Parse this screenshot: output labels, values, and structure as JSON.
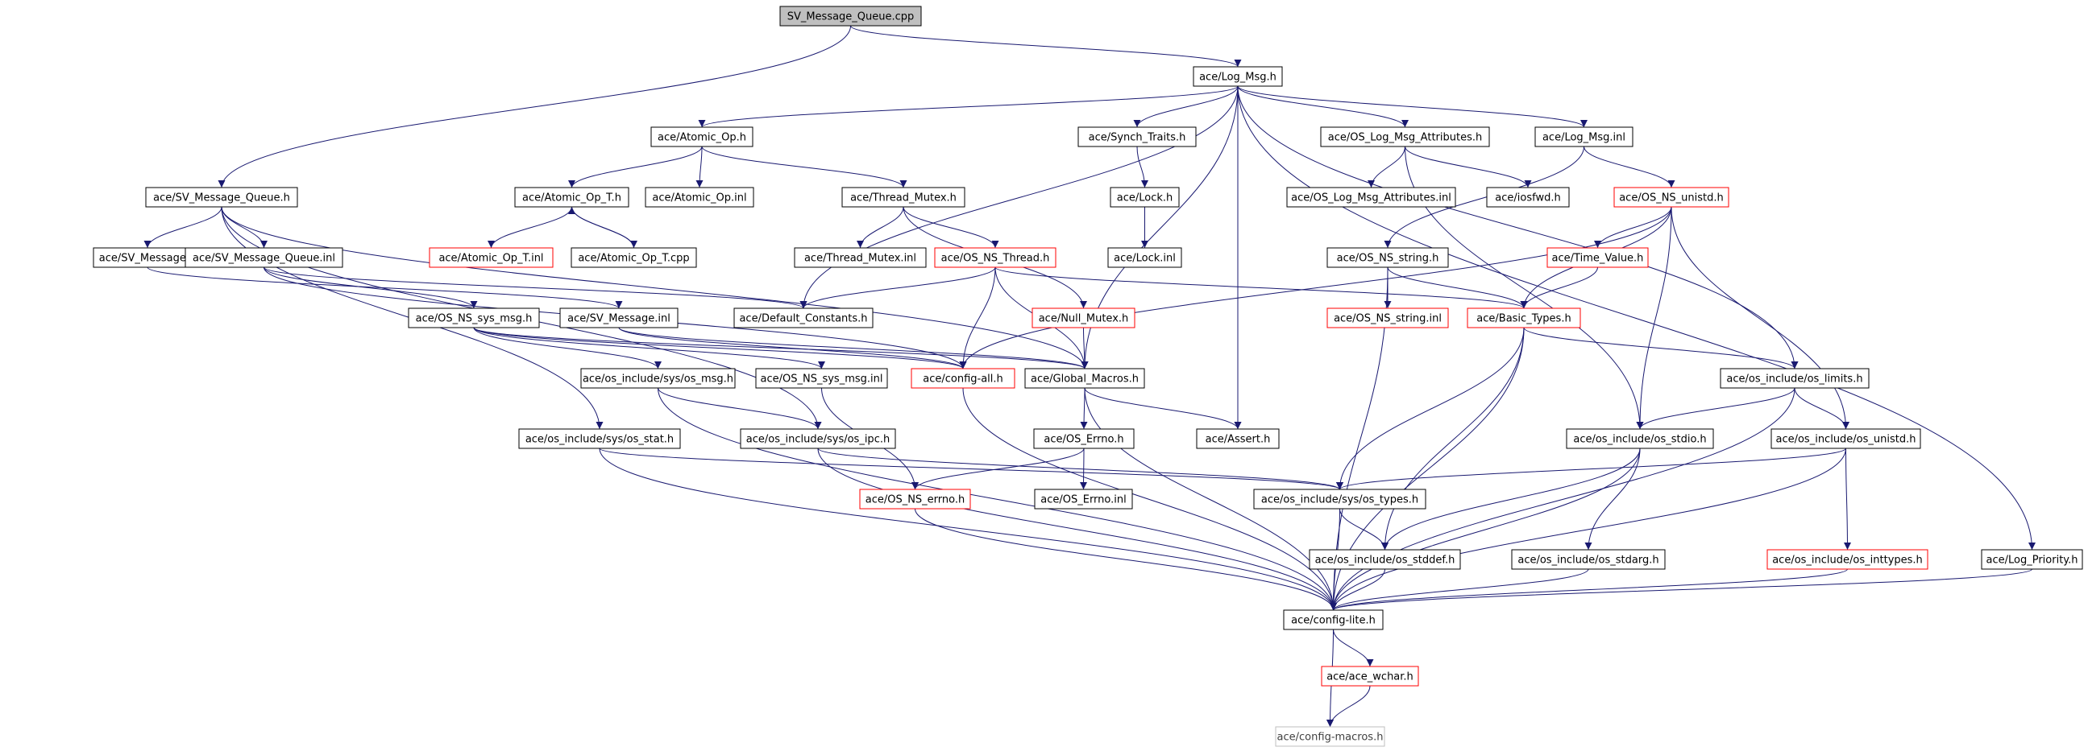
{
  "colors": {
    "edge": "#191970",
    "root_fill": "#bfbfbf",
    "node_border": "#000000",
    "missing_border": "#ff0000",
    "external_border": "#bfbfbf",
    "external_text": "#404040"
  },
  "nodes": [
    {
      "id": "sv_message_queue_cpp",
      "label": "SV_Message_Queue.cpp",
      "style": "root"
    },
    {
      "id": "log_msg_h",
      "label": "ace/Log_Msg.h",
      "style": "normal"
    },
    {
      "id": "atomic_op_h",
      "label": "ace/Atomic_Op.h",
      "style": "normal"
    },
    {
      "id": "synch_traits_h",
      "label": "ace/Synch_Traits.h",
      "style": "normal"
    },
    {
      "id": "os_log_msg_attributes_h",
      "label": "ace/OS_Log_Msg_Attributes.h",
      "style": "normal"
    },
    {
      "id": "log_msg_inl",
      "label": "ace/Log_Msg.inl",
      "style": "normal"
    },
    {
      "id": "sv_message_queue_h",
      "label": "ace/SV_Message_Queue.h",
      "style": "normal"
    },
    {
      "id": "atomic_op_t_h",
      "label": "ace/Atomic_Op_T.h",
      "style": "normal"
    },
    {
      "id": "atomic_op_inl",
      "label": "ace/Atomic_Op.inl",
      "style": "normal"
    },
    {
      "id": "thread_mutex_h",
      "label": "ace/Thread_Mutex.h",
      "style": "normal"
    },
    {
      "id": "lock_h",
      "label": "ace/Lock.h",
      "style": "normal"
    },
    {
      "id": "os_log_msg_attributes_inl",
      "label": "ace/OS_Log_Msg_Attributes.inl",
      "style": "normal"
    },
    {
      "id": "iosfwd_h",
      "label": "ace/iosfwd.h",
      "style": "normal"
    },
    {
      "id": "os_ns_unistd_h",
      "label": "ace/OS_NS_unistd.h",
      "style": "missing"
    },
    {
      "id": "sv_message_h",
      "label": "ace/SV_Message.h",
      "style": "normal"
    },
    {
      "id": "sv_message_queue_inl",
      "label": "ace/SV_Message_Queue.inl",
      "style": "normal"
    },
    {
      "id": "atomic_op_t_inl",
      "label": "ace/Atomic_Op_T.inl",
      "style": "missing"
    },
    {
      "id": "atomic_op_t_cpp",
      "label": "ace/Atomic_Op_T.cpp",
      "style": "normal"
    },
    {
      "id": "thread_mutex_inl",
      "label": "ace/Thread_Mutex.inl",
      "style": "normal"
    },
    {
      "id": "os_ns_thread_h",
      "label": "ace/OS_NS_Thread.h",
      "style": "missing"
    },
    {
      "id": "lock_inl",
      "label": "ace/Lock.inl",
      "style": "normal"
    },
    {
      "id": "os_ns_string_h",
      "label": "ace/OS_NS_string.h",
      "style": "normal"
    },
    {
      "id": "time_value_h",
      "label": "ace/Time_Value.h",
      "style": "missing"
    },
    {
      "id": "os_ns_sys_msg_h",
      "label": "ace/OS_NS_sys_msg.h",
      "style": "normal"
    },
    {
      "id": "sv_message_inl",
      "label": "ace/SV_Message.inl",
      "style": "normal"
    },
    {
      "id": "default_constants_h",
      "label": "ace/Default_Constants.h",
      "style": "normal"
    },
    {
      "id": "null_mutex_h",
      "label": "ace/Null_Mutex.h",
      "style": "missing"
    },
    {
      "id": "os_ns_string_inl",
      "label": "ace/OS_NS_string.inl",
      "style": "missing"
    },
    {
      "id": "basic_types_h",
      "label": "ace/Basic_Types.h",
      "style": "missing"
    },
    {
      "id": "os_include_sys_os_msg_h",
      "label": "ace/os_include/sys/os_msg.h",
      "style": "normal"
    },
    {
      "id": "os_ns_sys_msg_inl",
      "label": "ace/OS_NS_sys_msg.inl",
      "style": "normal"
    },
    {
      "id": "config_all_h",
      "label": "ace/config-all.h",
      "style": "missing"
    },
    {
      "id": "global_macros_h",
      "label": "ace/Global_Macros.h",
      "style": "normal"
    },
    {
      "id": "os_include_os_limits_h",
      "label": "ace/os_include/os_limits.h",
      "style": "normal"
    },
    {
      "id": "os_include_sys_os_stat_h",
      "label": "ace/os_include/sys/os_stat.h",
      "style": "normal"
    },
    {
      "id": "os_include_sys_os_ipc_h",
      "label": "ace/os_include/sys/os_ipc.h",
      "style": "normal"
    },
    {
      "id": "os_errno_h",
      "label": "ace/OS_Errno.h",
      "style": "normal"
    },
    {
      "id": "assert_h",
      "label": "ace/Assert.h",
      "style": "normal"
    },
    {
      "id": "os_include_os_stdio_h",
      "label": "ace/os_include/os_stdio.h",
      "style": "normal"
    },
    {
      "id": "os_include_os_unistd_h",
      "label": "ace/os_include/os_unistd.h",
      "style": "normal"
    },
    {
      "id": "os_ns_errno_h",
      "label": "ace/OS_NS_errno.h",
      "style": "missing"
    },
    {
      "id": "os_errno_inl",
      "label": "ace/OS_Errno.inl",
      "style": "normal"
    },
    {
      "id": "os_include_sys_os_types_h",
      "label": "ace/os_include/sys/os_types.h",
      "style": "normal"
    },
    {
      "id": "os_include_os_stddef_h",
      "label": "ace/os_include/os_stddef.h",
      "style": "normal"
    },
    {
      "id": "os_include_os_stdarg_h",
      "label": "ace/os_include/os_stdarg.h",
      "style": "normal"
    },
    {
      "id": "os_include_os_inttypes_h",
      "label": "ace/os_include/os_inttypes.h",
      "style": "missing"
    },
    {
      "id": "log_priority_h",
      "label": "ace/Log_Priority.h",
      "style": "normal"
    },
    {
      "id": "config_lite_h",
      "label": "ace/config-lite.h",
      "style": "normal"
    },
    {
      "id": "ace_wchar_h",
      "label": "ace/ace_wchar.h",
      "style": "missing"
    },
    {
      "id": "config_macros_h",
      "label": "ace/config-macros.h",
      "style": "external"
    }
  ],
  "edges": [
    [
      "sv_message_queue_cpp",
      "sv_message_queue_h"
    ],
    [
      "sv_message_queue_cpp",
      "log_msg_h"
    ],
    [
      "log_msg_h",
      "atomic_op_h"
    ],
    [
      "log_msg_h",
      "synch_traits_h"
    ],
    [
      "log_msg_h",
      "os_log_msg_attributes_h"
    ],
    [
      "log_msg_h",
      "log_msg_inl"
    ],
    [
      "log_msg_h",
      "default_constants_h"
    ],
    [
      "log_msg_h",
      "global_macros_h"
    ],
    [
      "log_msg_h",
      "assert_h"
    ],
    [
      "log_msg_h",
      "os_include_os_limits_h"
    ],
    [
      "log_msg_h",
      "log_priority_h"
    ],
    [
      "atomic_op_h",
      "atomic_op_t_h"
    ],
    [
      "atomic_op_h",
      "atomic_op_inl"
    ],
    [
      "atomic_op_h",
      "thread_mutex_h"
    ],
    [
      "atomic_op_t_h",
      "atomic_op_t_inl"
    ],
    [
      "atomic_op_t_h",
      "atomic_op_t_cpp"
    ],
    [
      "atomic_op_t_cpp",
      "atomic_op_t_h"
    ],
    [
      "thread_mutex_h",
      "thread_mutex_inl"
    ],
    [
      "thread_mutex_h",
      "os_ns_thread_h"
    ],
    [
      "thread_mutex_h",
      "null_mutex_h"
    ],
    [
      "synch_traits_h",
      "lock_h"
    ],
    [
      "lock_h",
      "lock_inl"
    ],
    [
      "os_log_msg_attributes_h",
      "os_log_msg_attributes_inl"
    ],
    [
      "os_log_msg_attributes_h",
      "iosfwd_h"
    ],
    [
      "os_log_msg_attributes_h",
      "os_include_os_stdio_h"
    ],
    [
      "log_msg_inl",
      "os_ns_unistd_h"
    ],
    [
      "log_msg_inl",
      "os_ns_string_h"
    ],
    [
      "os_ns_unistd_h",
      "config_all_h"
    ],
    [
      "os_ns_unistd_h",
      "time_value_h"
    ],
    [
      "os_ns_unistd_h",
      "basic_types_h"
    ],
    [
      "os_ns_unistd_h",
      "os_include_os_stdio_h"
    ],
    [
      "os_ns_unistd_h",
      "os_include_os_unistd_h"
    ],
    [
      "time_value_h",
      "basic_types_h"
    ],
    [
      "os_ns_string_h",
      "os_ns_string_inl"
    ],
    [
      "os_ns_string_h",
      "basic_types_h"
    ],
    [
      "os_ns_string_h",
      "config_lite_h"
    ],
    [
      "sv_message_queue_h",
      "sv_message_h"
    ],
    [
      "sv_message_queue_h",
      "sv_message_queue_inl"
    ],
    [
      "sv_message_queue_h",
      "os_include_sys_os_stat_h"
    ],
    [
      "sv_message_queue_h",
      "os_include_sys_os_ipc_h"
    ],
    [
      "sv_message_queue_h",
      "global_macros_h"
    ],
    [
      "sv_message_h",
      "sv_message_inl"
    ],
    [
      "sv_message_queue_inl",
      "os_ns_sys_msg_h"
    ],
    [
      "sv_message_queue_inl",
      "default_constants_h"
    ],
    [
      "sv_message_queue_inl",
      "config_all_h"
    ],
    [
      "sv_message_inl",
      "config_all_h"
    ],
    [
      "sv_message_inl",
      "global_macros_h"
    ],
    [
      "os_ns_sys_msg_h",
      "os_include_sys_os_msg_h"
    ],
    [
      "os_ns_sys_msg_h",
      "os_ns_sys_msg_inl"
    ],
    [
      "os_ns_sys_msg_h",
      "config_all_h"
    ],
    [
      "os_ns_sys_msg_h",
      "global_macros_h"
    ],
    [
      "os_ns_sys_msg_inl",
      "os_ns_errno_h"
    ],
    [
      "os_include_sys_os_msg_h",
      "os_include_sys_os_ipc_h"
    ],
    [
      "os_include_sys_os_msg_h",
      "config_lite_h"
    ],
    [
      "os_include_sys_os_ipc_h",
      "os_include_sys_os_types_h"
    ],
    [
      "os_include_sys_os_ipc_h",
      "config_lite_h"
    ],
    [
      "os_include_sys_os_stat_h",
      "os_include_sys_os_types_h"
    ],
    [
      "os_include_sys_os_stat_h",
      "config_lite_h"
    ],
    [
      "os_ns_thread_h",
      "default_constants_h"
    ],
    [
      "os_ns_thread_h",
      "config_all_h"
    ],
    [
      "os_ns_thread_h",
      "global_macros_h"
    ],
    [
      "os_ns_thread_h",
      "basic_types_h"
    ],
    [
      "null_mutex_h",
      "global_macros_h"
    ],
    [
      "config_all_h",
      "config_lite_h"
    ],
    [
      "global_macros_h",
      "os_errno_h"
    ],
    [
      "global_macros_h",
      "assert_h"
    ],
    [
      "global_macros_h",
      "config_lite_h"
    ],
    [
      "os_errno_h",
      "os_ns_errno_h"
    ],
    [
      "os_errno_h",
      "os_errno_inl"
    ],
    [
      "os_ns_errno_h",
      "config_lite_h"
    ],
    [
      "basic_types_h",
      "os_include_os_limits_h"
    ],
    [
      "basic_types_h",
      "os_include_sys_os_types_h"
    ],
    [
      "basic_types_h",
      "os_include_os_stddef_h"
    ],
    [
      "basic_types_h",
      "config_lite_h"
    ],
    [
      "os_include_os_limits_h",
      "os_include_os_stdio_h"
    ],
    [
      "os_include_os_limits_h",
      "os_include_os_unistd_h"
    ],
    [
      "os_include_os_limits_h",
      "config_lite_h"
    ],
    [
      "os_include_os_stdio_h",
      "os_include_os_stddef_h"
    ],
    [
      "os_include_os_stdio_h",
      "os_include_os_stdarg_h"
    ],
    [
      "os_include_os_stdio_h",
      "config_lite_h"
    ],
    [
      "os_include_os_unistd_h",
      "os_include_sys_os_types_h"
    ],
    [
      "os_include_os_unistd_h",
      "os_include_os_inttypes_h"
    ],
    [
      "os_include_os_unistd_h",
      "config_lite_h"
    ],
    [
      "os_include_sys_os_types_h",
      "os_include_os_stddef_h"
    ],
    [
      "os_include_sys_os_types_h",
      "config_lite_h"
    ],
    [
      "os_include_os_stddef_h",
      "config_lite_h"
    ],
    [
      "os_include_os_stdarg_h",
      "config_lite_h"
    ],
    [
      "os_include_os_inttypes_h",
      "config_lite_h"
    ],
    [
      "log_priority_h",
      "config_lite_h"
    ],
    [
      "config_lite_h",
      "ace_wchar_h"
    ],
    [
      "config_lite_h",
      "config_macros_h"
    ],
    [
      "ace_wchar_h",
      "config_macros_h"
    ]
  ]
}
